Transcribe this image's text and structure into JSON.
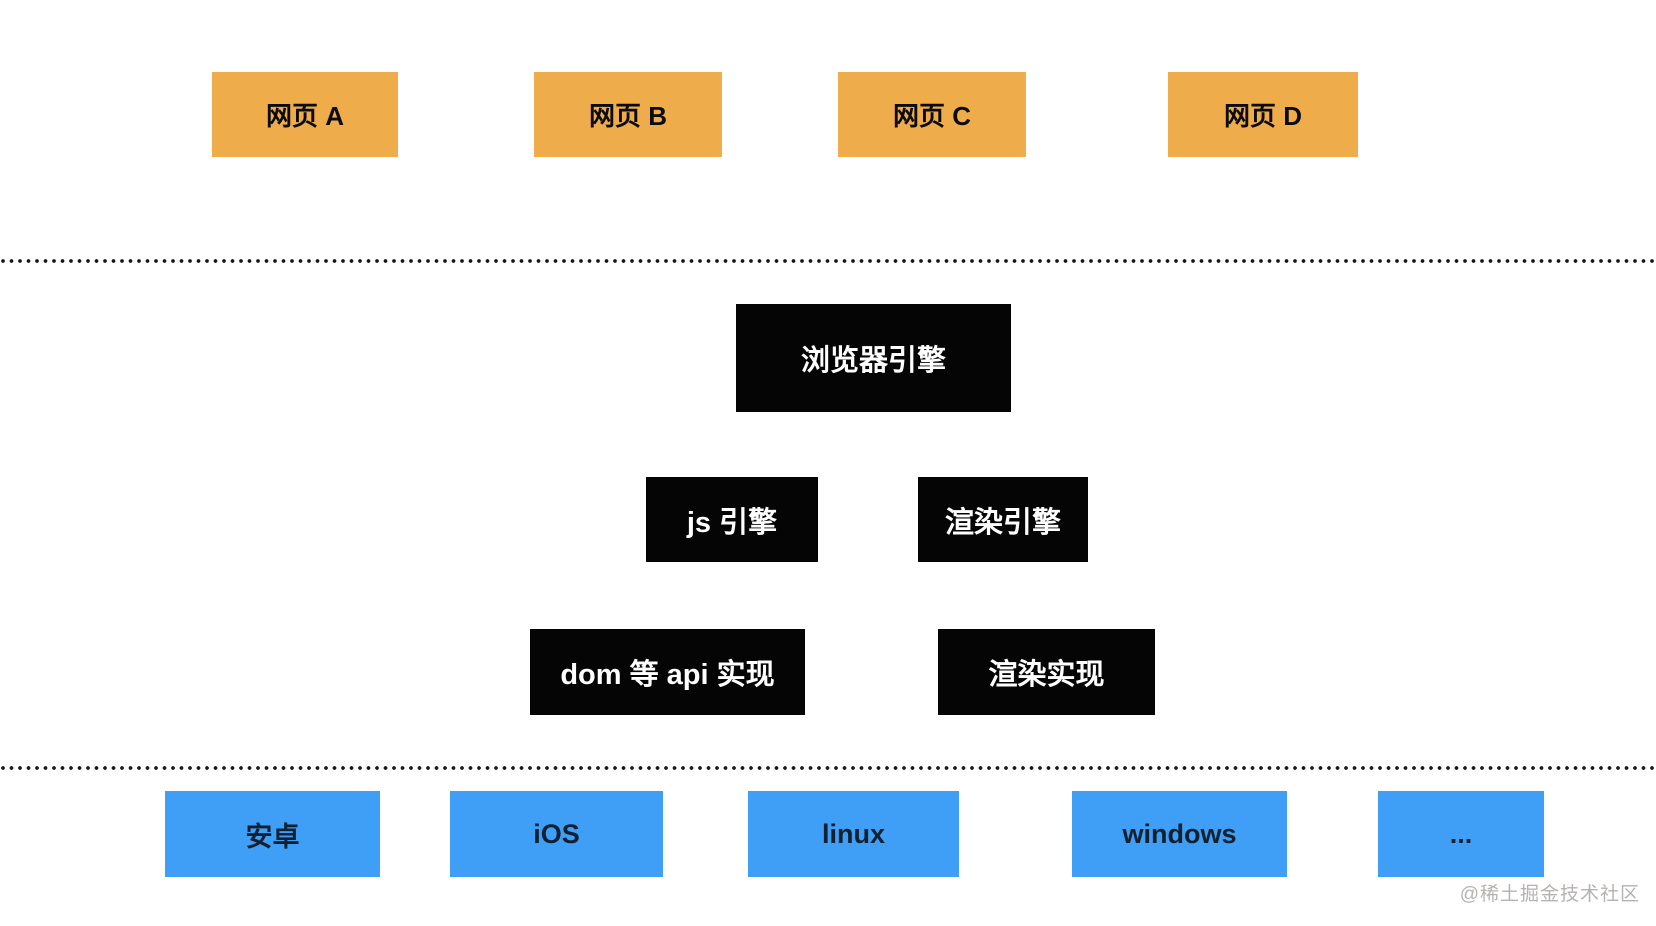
{
  "diagram": {
    "title_hint": "browser-architecture-diagram",
    "pages": [
      {
        "label": "网页 A"
      },
      {
        "label": "网页 B"
      },
      {
        "label": "网页 C"
      },
      {
        "label": "网页 D"
      }
    ],
    "browser_engine": {
      "label": "浏览器引擎"
    },
    "engines": [
      {
        "label": "js 引擎"
      },
      {
        "label": "渲染引擎"
      }
    ],
    "implementations": [
      {
        "label": "dom 等 api 实现"
      },
      {
        "label": "渲染实现"
      }
    ],
    "platforms": [
      {
        "label": "安卓"
      },
      {
        "label": "iOS"
      },
      {
        "label": "linux"
      },
      {
        "label": "windows"
      },
      {
        "label": "..."
      }
    ],
    "watermark": "@稀土掘金技术社区"
  },
  "colors": {
    "page_box": "#efac4b",
    "engine_box": "#050505",
    "engine_text": "#ffffff",
    "platform_box": "#3f9ef5",
    "platform_text": "#12202f",
    "dotted_line": "#161616",
    "watermark_text": "#b5b2b0",
    "background": "#ffffff"
  }
}
